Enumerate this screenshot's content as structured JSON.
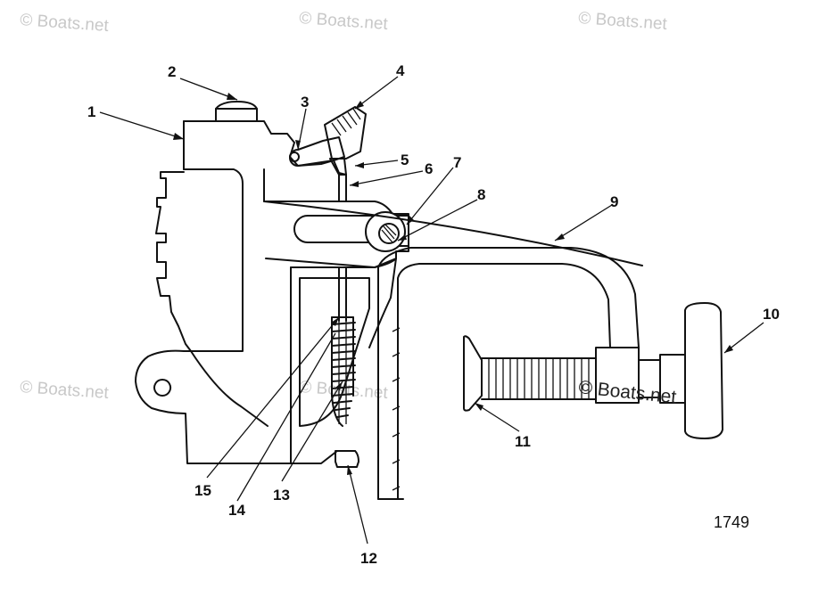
{
  "watermarks": [
    {
      "text": "© Boats.net"
    },
    {
      "text": "© Boats.net"
    },
    {
      "text": "© Boats.net"
    },
    {
      "text": "© Boats.net"
    },
    {
      "text": "© Boats.net"
    },
    {
      "text": "© Boats.net"
    }
  ],
  "callouts": [
    "1",
    "2",
    "3",
    "4",
    "5",
    "6",
    "7",
    "8",
    "9",
    "10",
    "11",
    "12",
    "13",
    "14",
    "15"
  ],
  "figure_number": "1749"
}
